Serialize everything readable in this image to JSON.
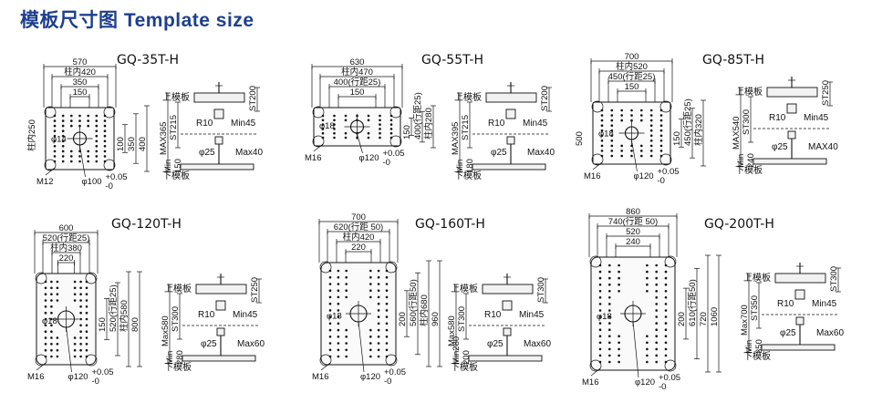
{
  "page_title": "模板尺寸图 Template size",
  "labels": {
    "upper_platen": "上模板",
    "lower_platen": "下模板"
  },
  "models": [
    {
      "name": "GQ-35T-H",
      "plate_dims": [
        "570",
        "柱内420",
        "350",
        "150",
        "100",
        "350",
        "400",
        "柱内250"
      ],
      "hole": "φ14",
      "thread": "M12",
      "center_hole": "φ100",
      "tol_upper": "+0.05",
      "tol_lower": "-0",
      "stroke_dims": [
        "MAX365",
        "ST215",
        "Min",
        "150"
      ],
      "stroke_top": "ST200",
      "r_label": "R10",
      "min_label": "Min45",
      "phi_small": "φ25",
      "max_label": "Max40"
    },
    {
      "name": "GQ-55T-H",
      "plate_dims": [
        "630",
        "柱内470",
        "400(行距25)",
        "150",
        "150",
        "400(行距25)",
        "柱内280",
        ""
      ],
      "hole": "φ18",
      "thread": "M16",
      "center_hole": "φ120",
      "tol_upper": "+0.05",
      "tol_lower": "-0",
      "stroke_dims": [
        "MAX395",
        "ST215",
        "Min",
        "180"
      ],
      "stroke_top": "ST200",
      "r_label": "R10",
      "min_label": "Min45",
      "phi_small": "φ25",
      "max_label": "Max40"
    },
    {
      "name": "GQ-85T-H",
      "plate_dims": [
        "700",
        "柱内520",
        "450(行距25)",
        "150",
        "150",
        "450(行距25)",
        "柱内320",
        "500"
      ],
      "hole": "φ18",
      "thread": "M16",
      "center_hole": "φ120",
      "tol_upper": "+0.05",
      "tol_lower": "-0",
      "stroke_dims": [
        "MAX540",
        "ST300",
        "Min",
        "240"
      ],
      "stroke_top": "ST250",
      "r_label": "R10",
      "min_label": "Min45",
      "phi_small": "φ25",
      "max_label": "MAX40"
    },
    {
      "name": "GQ-120T-H",
      "plate_dims": [
        "600",
        "520(行距25)",
        "柱内380",
        "220",
        "150",
        "520(行距25)",
        "柱内580",
        "800"
      ],
      "hole": "φ18",
      "thread": "M16",
      "center_hole": "φ120",
      "tol_upper": "+0.05",
      "tol_lower": "-0",
      "stroke_dims": [
        "Max580",
        "ST300",
        "Min",
        "280"
      ],
      "stroke_top": "ST250",
      "r_label": "R10",
      "min_label": "Min45",
      "phi_small": "φ25",
      "max_label": "Max60"
    },
    {
      "name": "GQ-160T-H",
      "plate_dims": [
        "700",
        "620(行距 50)",
        "柱内420",
        "220",
        "200",
        "560(行距50)",
        "柱内680",
        "960"
      ],
      "hole": "φ18",
      "thread": "M16",
      "center_hole": "φ120",
      "tol_upper": "+0.05",
      "tol_lower": "-0",
      "stroke_dims": [
        "Max580",
        "ST300",
        "Min280",
        "200"
      ],
      "stroke_top": "ST300",
      "r_label": "R10",
      "min_label": "Min45",
      "phi_small": "φ25",
      "max_label": "Max60"
    },
    {
      "name": "GQ-200T-H",
      "plate_dims": [
        "860",
        "740(行距 50)",
        "520",
        "240",
        "200",
        "610(行距50)",
        "720",
        "1060"
      ],
      "hole": "φ18",
      "thread": "M16",
      "center_hole": "φ120",
      "tol_upper": "+0.05",
      "tol_lower": "-0",
      "stroke_dims": [
        "Max700",
        "ST350",
        "Min",
        "350"
      ],
      "stroke_top": "ST300",
      "r_label": "R10",
      "min_label": "Min45",
      "phi_small": "φ25",
      "max_label": "Max60"
    }
  ]
}
